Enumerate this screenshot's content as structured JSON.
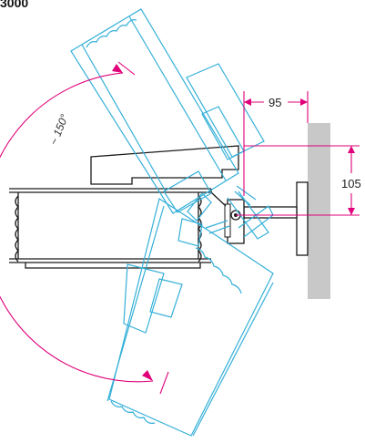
{
  "header": {
    "title": "3000"
  },
  "dimensions": {
    "width_label": "95",
    "height_label": "105",
    "angle_label": "~ 150°"
  },
  "colors": {
    "outline": "#1a1a1a",
    "rotated_outline": "#35b0d8",
    "dimension_lines": "#e0007a",
    "wall_fill": "#c8c8c8"
  }
}
